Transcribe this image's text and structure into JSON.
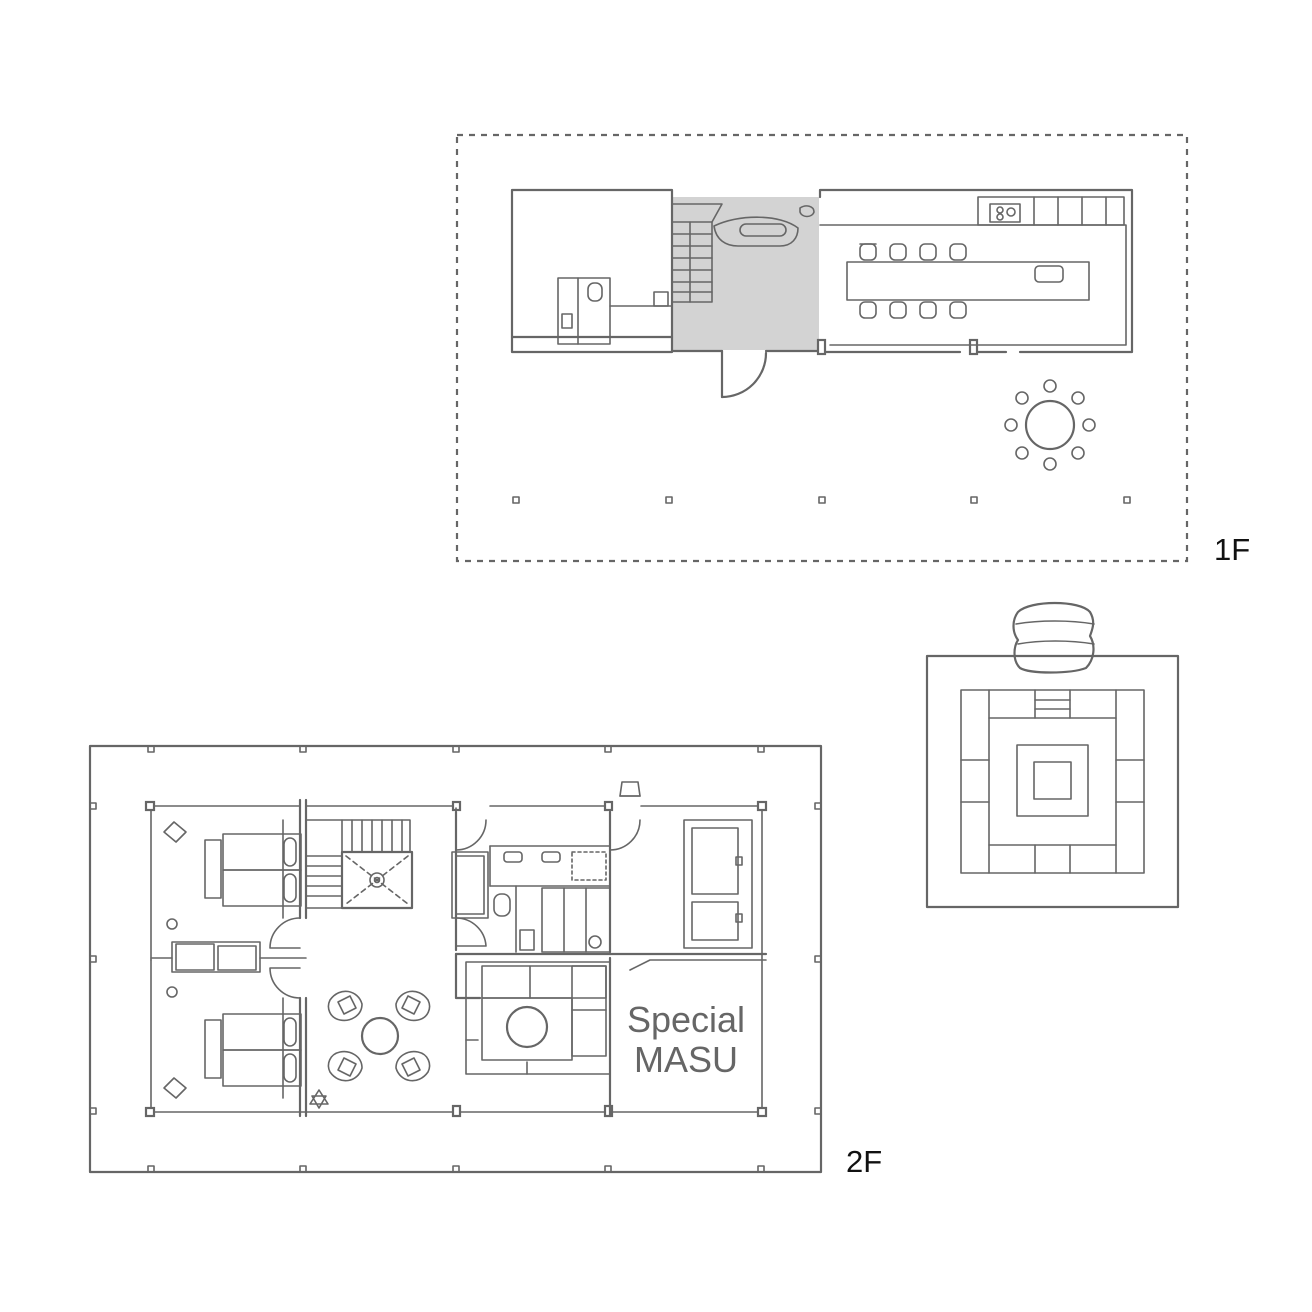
{
  "floor_1": {
    "label": "1F"
  },
  "floor_2": {
    "label": "2F",
    "special_room": {
      "line1": "Special",
      "line2": "MASU"
    }
  },
  "colors": {
    "line": "#666666",
    "stair_hall_fill": "#d3d3d3",
    "label": "#111111",
    "background": "#ffffff"
  }
}
